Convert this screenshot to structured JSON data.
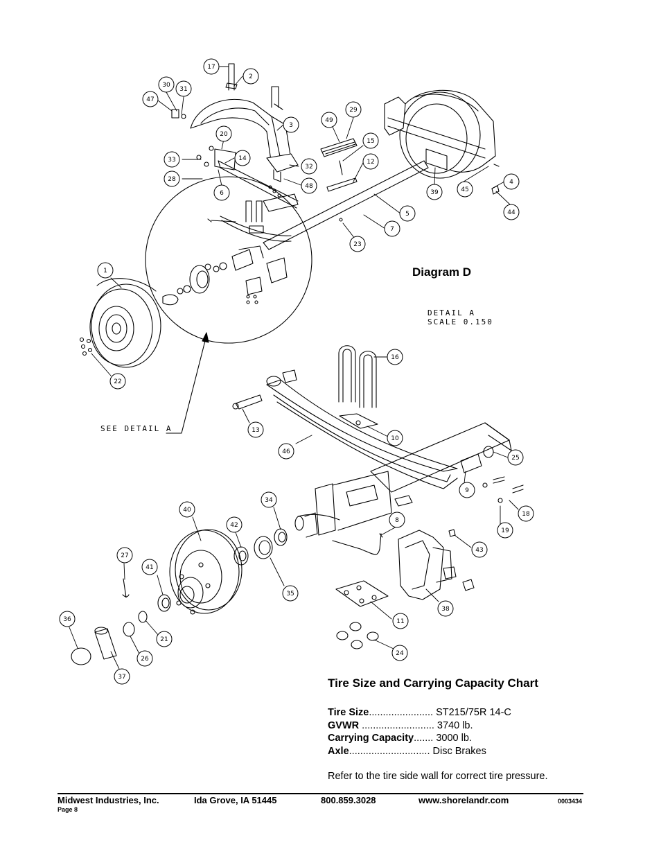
{
  "diagram": {
    "title": "Diagram D",
    "detail_caption_line1": "DETAIL  A",
    "detail_caption_line2": "SCALE  0.150",
    "see_detail": "SEE DETAIL  A",
    "callouts": [
      "17",
      "2",
      "30",
      "31",
      "47",
      "3",
      "20",
      "33",
      "14",
      "32",
      "28",
      "48",
      "6",
      "49",
      "29",
      "15",
      "12",
      "5",
      "7",
      "23",
      "39",
      "45",
      "4",
      "44",
      "1",
      "22",
      "16",
      "13",
      "10",
      "46",
      "25",
      "9",
      "18",
      "19",
      "34",
      "40",
      "42",
      "8",
      "43",
      "27",
      "41",
      "35",
      "11",
      "38",
      "36",
      "21",
      "26",
      "37",
      "24"
    ]
  },
  "capacity_chart": {
    "heading": "Tire Size and Carrying Capacity Chart",
    "rows": [
      {
        "label": "Tire Size",
        "dots": ".......................",
        "value": "ST215/75R 14-C"
      },
      {
        "label": "GVWR",
        "dots": "..........................",
        "value": "3740 lb."
      },
      {
        "label": "Carrying Capacity",
        "dots": ".......",
        "value": "3000 lb."
      },
      {
        "label": "Axle",
        "dots": ".............................",
        "value": "Disc Brakes"
      }
    ],
    "note": "Refer to the tire side wall for correct tire pressure."
  },
  "footer": {
    "company": "Midwest Industries, Inc.",
    "address": "Ida Grove, IA  51445",
    "phone": "800.859.3028",
    "website": "www.shorelandr.com",
    "doc_number": "0003434",
    "page": "Page 8"
  }
}
